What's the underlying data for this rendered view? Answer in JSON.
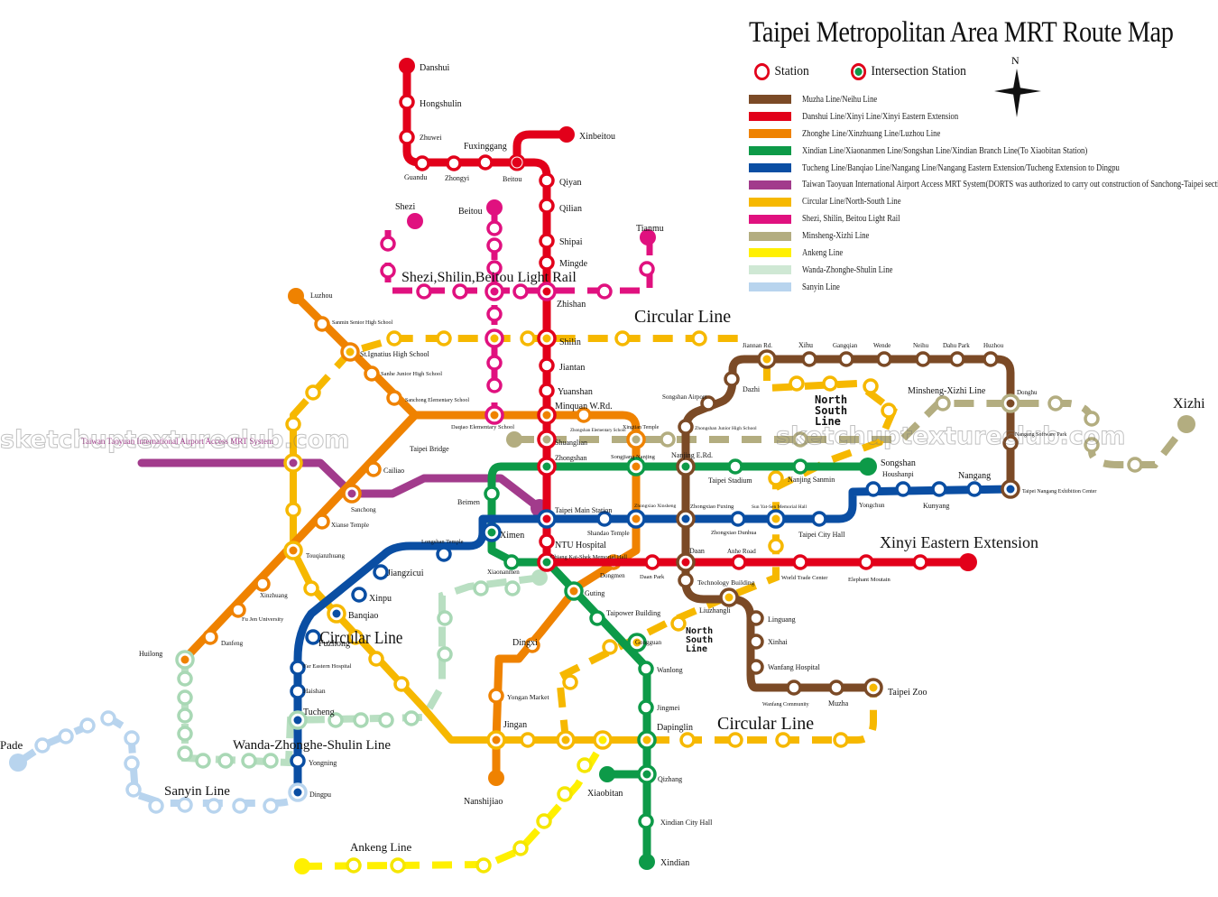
{
  "title": "Taipei Metropolitan Area MRT Route Map",
  "key": {
    "station_label": "Station",
    "intersection_label": "Intersection Station"
  },
  "compass": {
    "label": "N"
  },
  "watermark": "sketchuptextureclub.com",
  "legend": [
    {
      "color": "#7b4a26",
      "label": "Muzha Line/Neihu Line"
    },
    {
      "color": "#e2001a",
      "label": "Danshui Line/Xinyi Line/Xinyi Eastern Extension"
    },
    {
      "color": "#ef8200",
      "label": "Zhonghe Line/Xinzhuang Line/Luzhou Line"
    },
    {
      "color": "#0d9a48",
      "label": "Xindian Line/Xiaonanmen Line/Songshan Line/Xindian Branch Line(To Xiaobitan Station)"
    },
    {
      "color": "#0a4ea3",
      "label": "Tucheng Line/Banqiao Line/Nangang Line/Nangang Eastern Extension/Tucheng Extension to Dingpu"
    },
    {
      "color": "#a23b8c",
      "label": "Taiwan Taoyuan International Airport Access MRT System(DORTS was authorized to carry out construction of Sanchong-Taipei section)"
    },
    {
      "color": "#f6b800",
      "label": "Circular Line/North-South Line"
    },
    {
      "color": "#e0117f",
      "label": "Shezi, Shilin, Beitou Light Rail"
    },
    {
      "color": "#b3ad80",
      "label": "Minsheng-Xizhi Line"
    },
    {
      "color": "#fff000",
      "label": "Ankeng Line"
    },
    {
      "color": "#cfe8d4",
      "label": "Wanda-Zhonghe-Shulin Line"
    },
    {
      "color": "#b8d4ee",
      "label": "Sanyin Line"
    }
  ],
  "line_labels": {
    "circular_line_top": "Circular Line",
    "circular_line_left": "Circular Line",
    "circular_line_bottom": "Circular Line",
    "north_south_line_top": "North South Line",
    "north_south_line_mid": "North South Line",
    "light_rail": "Shezi,Shilin,Beitou Light Rail",
    "minsheng_xizhi": "Minsheng-Xizhi Line",
    "xinyi_eastern": "Xinyi Eastern Extension",
    "wanda": "Wanda-Zhonghe-Shulin Line",
    "sanyin": "Sanyin Line",
    "ankeng": "Ankeng Line",
    "airport": "Taiwan Taoyuan International Airport Access MRT System"
  },
  "stations": {
    "danshui": [
      "Danshui",
      "Hongshulin",
      "Zhuwei",
      "Guandu",
      "Zhongyi",
      "Fuxinggang",
      "Beitou",
      "Xinbeitou",
      "Qiyan",
      "Qilian",
      "Shipai",
      "Mingde",
      "Zhishan",
      "Shilin",
      "Jiantan",
      "Yuanshan",
      "Minquan W.Rd.",
      "Shuanglian",
      "Zhongshan",
      "Taipei Main Station",
      "NTU Hospital",
      "Chiang Kai-Shek Memorial Hall"
    ],
    "light_rail": [
      "Shezi",
      "Beitou",
      "Tianmu"
    ],
    "luzhou": [
      "Luzhou",
      "Sanmin Senior High School",
      "St.Ignatius High School",
      "Sanhe Junior High School",
      "Sanchong Elementary School",
      "Daqiao Elementary School",
      "Taipei Bridge",
      "Cailiao",
      "Sanchong",
      "Xianse Temple",
      "Touqianzhuang",
      "Xinzhuang",
      "Fu Jen University",
      "Danfeng",
      "Huilong"
    ],
    "zhonghe": [
      "Zhongshan Elementary School",
      "Xingtian Temple",
      "Songjiang Nanjing",
      "Zhongxiao Xinsheng",
      "Dongmen",
      "Guting",
      "Dingxi",
      "Yongan Market",
      "Jingan",
      "Nanshijiao"
    ],
    "bannan": [
      "Far Eastern Hospital",
      "Haishan",
      "Tucheng",
      "Yongning",
      "Dingpu",
      "Fuzhong",
      "Banqiao",
      "Xinpu",
      "Jiangzicui",
      "Longshan Temple",
      "Ximen",
      "Shandao Temple",
      "Zhongxiao Fuxing",
      "Zhongxiao Dunhua",
      "Sun Yat-Sen Memorial Hall",
      "Taipei City Hall",
      "Yongchun",
      "Houshanpi",
      "Kunyang",
      "Nangang",
      "Taipei Nangang Exhibition Center"
    ],
    "songshan": [
      "Beimen",
      "Xiaonanmen",
      "Nanjing E.Rd.",
      "Taipei Stadium",
      "Nanjing Sanmin",
      "Songshan"
    ],
    "xindian": [
      "Taipower Building",
      "Gongguan",
      "Wanlong",
      "Jingmei",
      "Dapinglin",
      "Qizhang",
      "Xiaobitan",
      "Xindian City Hall",
      "Xindian"
    ],
    "muzha_neihu": [
      "Songshan Airport",
      "Zhongshan Junior High School",
      "Dazhi",
      "Jiannan Rd.",
      "Xihu",
      "Gangqian",
      "Wende",
      "Neihu",
      "Dahu Park",
      "Huzhou",
      "Donghu",
      "Nangang Software Park",
      "Daan",
      "Technology Building",
      "Liuzhangli",
      "Linguang",
      "Xinhai",
      "Wanfang Hospital",
      "Wanfang Community",
      "Muzha",
      "Taipei Zoo"
    ],
    "xinyi": [
      "Daan Park",
      "Anhe Road",
      "World Trade Center",
      "Elephant Moutain"
    ],
    "minsheng": [
      "Xizhi"
    ],
    "sanyin": [
      "Pade"
    ]
  }
}
